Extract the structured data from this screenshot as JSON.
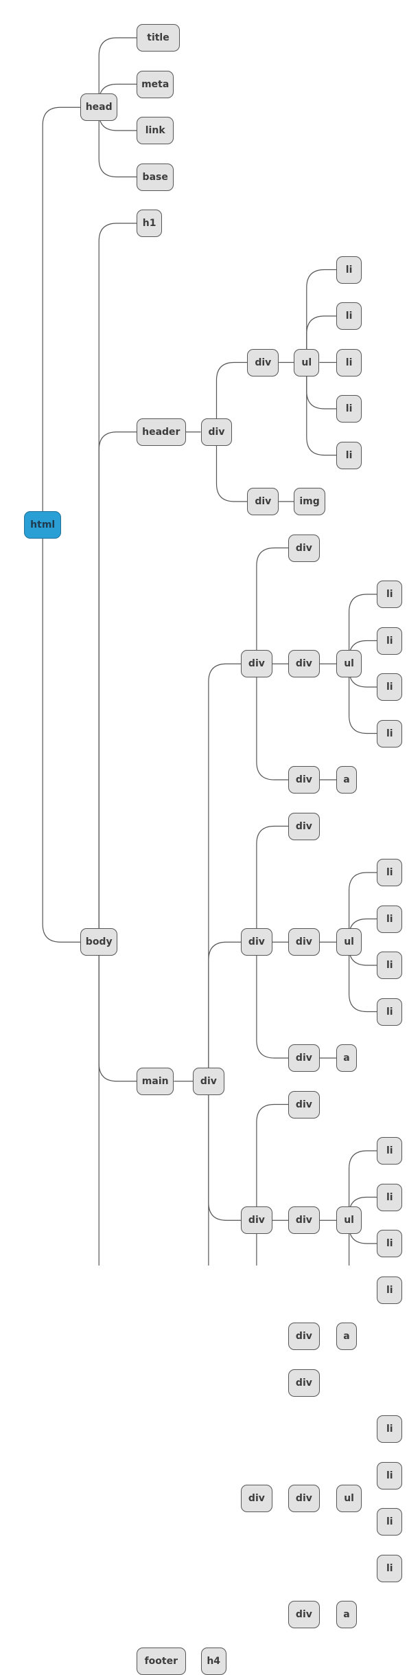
{
  "tree": {
    "label": "html",
    "root": true,
    "children": [
      {
        "label": "head",
        "children": [
          {
            "label": "title"
          },
          {
            "label": "meta"
          },
          {
            "label": "link"
          },
          {
            "label": "base"
          }
        ]
      },
      {
        "label": "body",
        "children": [
          {
            "label": "h1"
          },
          {
            "label": "header",
            "children": [
              {
                "label": "div",
                "children": [
                  {
                    "label": "div",
                    "children": [
                      {
                        "label": "ul",
                        "children": [
                          {
                            "label": "li"
                          },
                          {
                            "label": "li"
                          },
                          {
                            "label": "li"
                          },
                          {
                            "label": "li"
                          },
                          {
                            "label": "li"
                          }
                        ]
                      }
                    ]
                  },
                  {
                    "label": "div",
                    "children": [
                      {
                        "label": "img"
                      }
                    ]
                  }
                ]
              }
            ]
          },
          {
            "label": "main",
            "children": [
              {
                "label": "div",
                "children": [
                  {
                    "label": "div",
                    "children": [
                      {
                        "label": "div"
                      },
                      {
                        "label": "div",
                        "children": [
                          {
                            "label": "ul",
                            "children": [
                              {
                                "label": "li"
                              },
                              {
                                "label": "li"
                              },
                              {
                                "label": "li"
                              },
                              {
                                "label": "li"
                              }
                            ]
                          }
                        ]
                      },
                      {
                        "label": "div",
                        "children": [
                          {
                            "label": "a"
                          }
                        ]
                      }
                    ]
                  },
                  {
                    "label": "div",
                    "children": [
                      {
                        "label": "div"
                      },
                      {
                        "label": "div",
                        "children": [
                          {
                            "label": "ul",
                            "children": [
                              {
                                "label": "li"
                              },
                              {
                                "label": "li"
                              },
                              {
                                "label": "li"
                              },
                              {
                                "label": "li"
                              }
                            ]
                          }
                        ]
                      },
                      {
                        "label": "div",
                        "children": [
                          {
                            "label": "a"
                          }
                        ]
                      }
                    ]
                  },
                  {
                    "label": "div",
                    "children": [
                      {
                        "label": "div"
                      },
                      {
                        "label": "div",
                        "children": [
                          {
                            "label": "ul",
                            "children": [
                              {
                                "label": "li"
                              },
                              {
                                "label": "li"
                              },
                              {
                                "label": "li"
                              },
                              {
                                "label": "li"
                              }
                            ]
                          }
                        ]
                      },
                      {
                        "label": "div",
                        "children": [
                          {
                            "label": "a"
                          }
                        ]
                      }
                    ]
                  },
                  {
                    "label": "div",
                    "children": [
                      {
                        "label": "div"
                      },
                      {
                        "label": "div",
                        "children": [
                          {
                            "label": "ul",
                            "children": [
                              {
                                "label": "li"
                              },
                              {
                                "label": "li"
                              },
                              {
                                "label": "li"
                              },
                              {
                                "label": "li"
                              }
                            ]
                          }
                        ]
                      },
                      {
                        "label": "div",
                        "children": [
                          {
                            "label": "a"
                          }
                        ]
                      }
                    ]
                  }
                ]
              }
            ]
          },
          {
            "label": "footer",
            "children": [
              {
                "label": "h4"
              }
            ]
          }
        ]
      }
    ]
  },
  "colors": {
    "root_fill": "#2a9fd6",
    "node_fill": "#e2e2e2",
    "edge": "#555555"
  }
}
